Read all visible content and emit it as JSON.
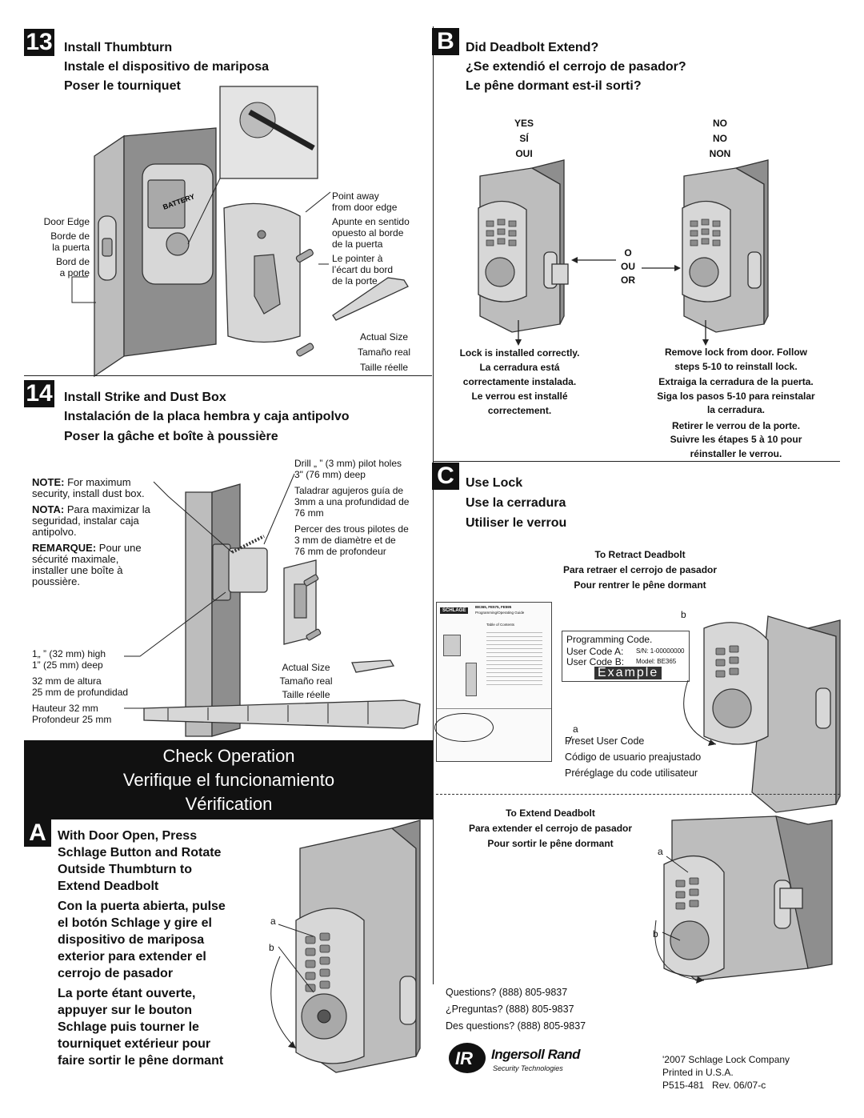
{
  "step13": {
    "number": "13",
    "title_en": "Install Thumbturn",
    "title_es": "Instale el dispositivo de mariposa",
    "title_fr": "Poser le tourniquet",
    "battery_label": "BATTERY",
    "door_edge": [
      "Door Edge",
      "Borde de",
      "la puerta",
      "Bord de",
      "a porte"
    ],
    "point_away": [
      "Point away",
      "from door edge",
      "Apunte en sentido",
      "opuesto al borde",
      "de la puerta",
      "Le pointer à",
      "l’écart du bord",
      "de la porte"
    ],
    "actual_size": [
      "Actual Size",
      "Tamaño real",
      "Taille réelle"
    ]
  },
  "step14": {
    "number": "14",
    "title_en": "Install Strike and Dust Box",
    "title_es": "Instalación de la placa hembra y caja antipolvo",
    "title_fr": "Poser la gâche et boîte à poussière",
    "note_en_label": "NOTE:",
    "note_en_text": "For maximum security, install dust box.",
    "note_es_label": "NOTA:",
    "note_es_text": "Para maximizar la seguridad, instalar caja antipolvo.",
    "note_fr_label": "REMARQUE:",
    "note_fr_text": "Pour une sécurité maximale, installer une boîte à poussière.",
    "drill": [
      "Drill „ ” (3 mm) pilot holes",
      "3\" (76 mm) deep",
      "Taladrar agujeros guía de",
      "3mm a una profundidad de",
      "76 mm",
      "Percer des trous pilotes de",
      "3 mm de diamètre et de",
      "76 mm de profondeur"
    ],
    "size_left": [
      "1„ ” (32 mm) high",
      "1” (25 mm) deep",
      "32 mm de altura",
      "25 mm de profundidad",
      "Hauteur 32 mm",
      "Profondeur 25 mm"
    ],
    "actual_size": [
      "Actual Size",
      "Tamaño real",
      "Taille réelle"
    ]
  },
  "check": {
    "line1": "Check Operation",
    "line2": "Verifique el funcionamiento",
    "line3": "Vérification"
  },
  "stepA": {
    "letter": "A",
    "text_en": [
      "With Door Open, Press",
      "Schlage Button and Rotate",
      "Outside Thumbturn to",
      "Extend Deadbolt"
    ],
    "text_es": [
      "Con la puerta abierta, pulse",
      "el botón Schlage y gire el",
      "dispositivo de mariposa",
      "exterior para extender el",
      "cerrojo de pasador"
    ],
    "text_fr": [
      "La porte étant ouverte,",
      "appuyer sur le bouton",
      "Schlage puis tourner le",
      "tourniquet extérieur pour",
      "faire sortir le pêne dormant"
    ],
    "label_a": "a",
    "label_b": "b"
  },
  "stepB": {
    "letter": "B",
    "title_en": "Did Deadbolt Extend?",
    "title_es": "¿Se extendió el cerrojo de pasador?",
    "title_fr": "Le pêne dormant est-il sorti?",
    "yes": [
      "YES",
      "SÍ",
      "OUI"
    ],
    "no": [
      "NO",
      "NO",
      "NON"
    ],
    "or": [
      "O",
      "OU",
      "OR"
    ],
    "yes_result": [
      "Lock is installed correctly.",
      "La cerradura está",
      "correctamente instalada.",
      "Le verrou est installé",
      "correctement."
    ],
    "no_result": [
      "Remove lock from door. Follow",
      "steps 5-10 to reinstall lock.",
      "Extraiga la cerradura de la puerta.",
      "Siga los pasos 5-10 para reinstalar",
      "la cerradura.",
      "Retirer le verrou de la porte.",
      "Suivre les étapes 5 à 10 pour",
      "réinstaller le verrou."
    ]
  },
  "stepC": {
    "letter": "C",
    "title_en": "Use Lock",
    "title_es": "Use la cerradura",
    "title_fr": "Utiliser le verrou",
    "retract": [
      "To Retract Deadbolt",
      "Para retraer el cerrojo de pasador",
      "Pour rentrer le pêne dormant"
    ],
    "guide_brand": "SCHLAGE",
    "guide_models": "BE365, FE575, FE595",
    "guide_title": "Programming/Operating Guide",
    "guide_toc": "Table of Contents",
    "programming_code": "Programming Code.",
    "user_code_a": "User Code A:",
    "user_code_b": "User Code B:",
    "serial": "S/N: 1-00000000",
    "model": "Model: BE365",
    "example": "Example",
    "label_a": "a",
    "label_b": "b",
    "preset": [
      "Preset User Code",
      "Código de usuario preajustado",
      "Préréglage du code utilisateur"
    ],
    "extend": [
      "To Extend Deadbolt",
      "Para extender el cerrojo de pasador",
      "Pour sortir le pêne dormant"
    ]
  },
  "footer": {
    "questions": [
      "Questions? (888) 805-9837",
      "¿Preguntas? (888) 805-9837",
      "Des questions? (888) 805-9837"
    ],
    "logo_brand": "Ingersoll Rand",
    "logo_sub": "Security Technologies",
    "copyright": "'2007 Schlage Lock Company",
    "printed": "Printed in U.S.A.",
    "part": "P515-481   Rev. 06/07-c"
  }
}
